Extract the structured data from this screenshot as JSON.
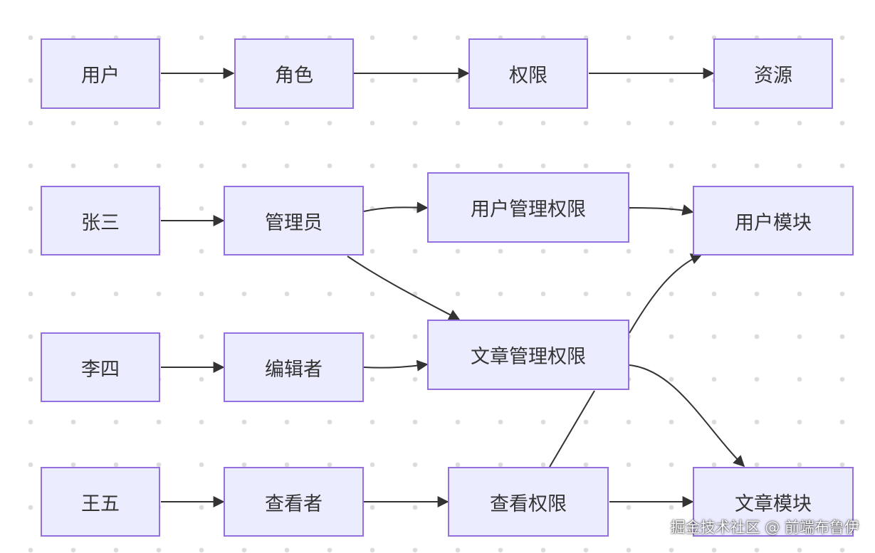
{
  "diagram": {
    "top_row": {
      "nodes": {
        "user": "用户",
        "role": "角色",
        "permission": "权限",
        "resource": "资源"
      }
    },
    "nodes": {
      "zhangsan": "张三",
      "lisi": "李四",
      "wangwu": "王五",
      "admin": "管理员",
      "editor": "编辑者",
      "viewer": "查看者",
      "user_mgmt_perm": "用户管理权限",
      "article_mgmt_perm": "文章管理权限",
      "view_perm": "查看权限",
      "user_module": "用户模块",
      "article_module": "文章模块"
    },
    "edges": [
      [
        "user",
        "role"
      ],
      [
        "role",
        "permission"
      ],
      [
        "permission",
        "resource"
      ],
      [
        "zhangsan",
        "admin"
      ],
      [
        "lisi",
        "editor"
      ],
      [
        "wangwu",
        "viewer"
      ],
      [
        "admin",
        "user_mgmt_perm"
      ],
      [
        "admin",
        "article_mgmt_perm"
      ],
      [
        "editor",
        "article_mgmt_perm"
      ],
      [
        "viewer",
        "view_perm"
      ],
      [
        "user_mgmt_perm",
        "user_module"
      ],
      [
        "article_mgmt_perm",
        "user_module"
      ],
      [
        "article_mgmt_perm",
        "article_module"
      ],
      [
        "view_perm",
        "article_module"
      ],
      [
        "view_perm",
        "article_mgmt_perm"
      ]
    ]
  },
  "watermark": "掘金技术社区 @ 前端布鲁伊",
  "colors": {
    "node_fill": "#ececff",
    "node_border": "#9370db",
    "edge": "#333333",
    "text": "#333333",
    "grid_dot": "#dcdcdc"
  }
}
